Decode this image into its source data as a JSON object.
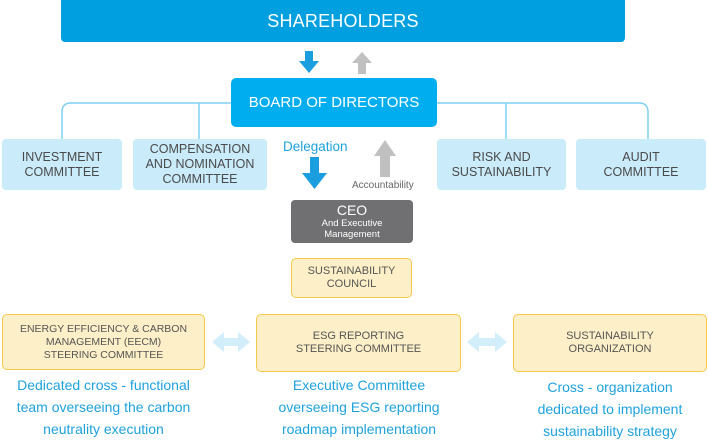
{
  "top": {
    "label": "SHAREHOLDERS"
  },
  "board": {
    "label": "BOARD OF DIRECTORS"
  },
  "committees": [
    {
      "lines": [
        "INVESTMENT",
        "COMMITTEE"
      ]
    },
    {
      "lines": [
        "COMPENSATION",
        "AND NOMINATION",
        "COMMITTEE"
      ]
    },
    {
      "lines": [
        "RISK AND",
        "SUSTAINABILITY"
      ]
    },
    {
      "lines": [
        "AUDIT",
        "COMMITTEE"
      ]
    }
  ],
  "flow": {
    "delegation_label": "Delegation",
    "accountability_label": "Accountability"
  },
  "ceo": {
    "title": "CEO",
    "subtitle_lines": [
      "And Executive",
      "Management"
    ]
  },
  "council": {
    "lines": [
      "SUSTAINABILITY",
      "COUNCIL"
    ]
  },
  "bottom": [
    {
      "lines": [
        "ENERGY EFFICIENCY & CARBON",
        "MANAGEMENT (EECM)",
        "STEERING COMMITTEE"
      ],
      "desc": [
        "Dedicated cross - functional",
        "team overseeing the carbon",
        "neutrality execution"
      ]
    },
    {
      "lines": [
        "ESG REPORTING",
        "STEERING COMMITTEE"
      ],
      "desc": [
        "Executive Committee",
        "overseeing ESG reporting",
        "roadmap implementation"
      ]
    },
    {
      "lines": [
        "SUSTAINABILITY",
        "ORGANIZATION"
      ],
      "desc": [
        "Cross  - organization",
        "dedicated to implement",
        "sustainability strategy"
      ]
    }
  ],
  "colors": {
    "shareholders": "#009fdf",
    "board": "#00aeef",
    "committee_fill": "#c9ebfa",
    "ceo_fill": "#707072",
    "yellow_fill": "#fdefc7",
    "yellow_border": "#f6c94c",
    "accent_text": "#1ea2dd",
    "up_arrow": "#c0c0c0",
    "down_arrow": "#1a9ee0"
  }
}
